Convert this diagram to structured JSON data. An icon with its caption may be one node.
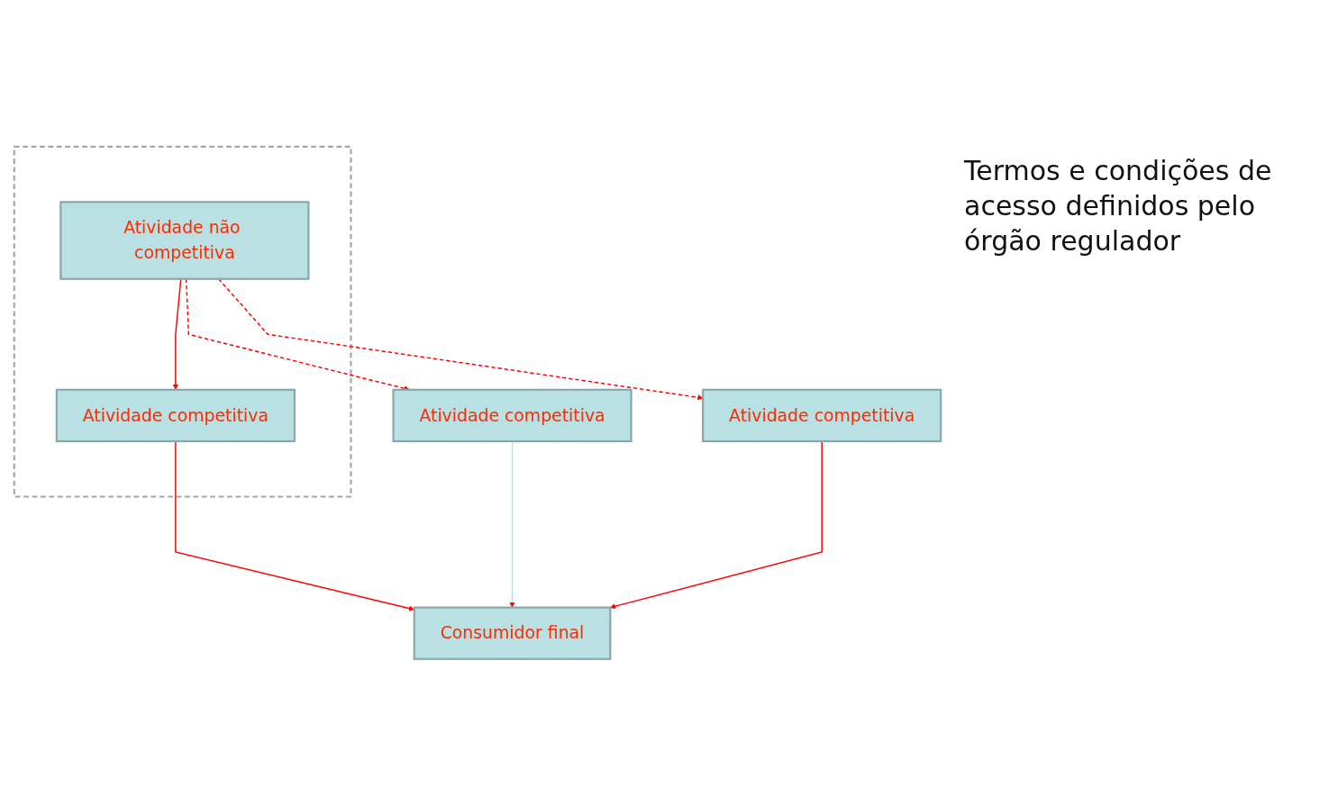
{
  "diagram": {
    "nodes": [
      {
        "text": [],
        "shape": "box"
      },
      {
        "text": [
          "Atividade não competitiva"
        ],
        "in": 0
      },
      {
        "text": [
          "Atividade competitiva"
        ],
        "in": 0
      },
      {
        "text": [
          "Atividade competitiva"
        ]
      },
      {
        "text": [
          "Atividade competitiva"
        ]
      },
      {
        "text": [
          "Consumidor final"
        ]
      }
    ],
    "edges": [
      {
        "from": 1,
        "to": 2,
        "arrow": "to"
      },
      {
        "from": 1,
        "to": 3,
        "arrow": "to",
        "style": "dashed"
      },
      {
        "from": 1,
        "to": 4,
        "arrow": "to",
        "style": "dashed"
      },
      {
        "from": 2,
        "to": 5,
        "arrow": "to"
      },
      {
        "from": 3,
        "to": 5,
        "arrow": "to",
        "color": "#b9e0e3"
      },
      {
        "from": 4,
        "to": 5,
        "arrow": "to"
      }
    ],
    "labels": [
      "Termos e condições de acesso definidos pelo órgão regulador"
    ]
  }
}
